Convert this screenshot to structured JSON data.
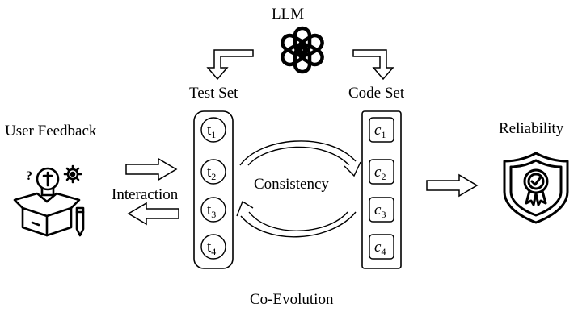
{
  "llm_label": "LLM",
  "test_set_label": "Test Set",
  "code_set_label": "Code Set",
  "user_feedback_label": "User Feedback",
  "interaction_label": "Interaction",
  "consistency_label": "Consistency",
  "reliability_label": "Reliability",
  "co_evolution_label": "Co-Evolution",
  "test_items": [
    {
      "base": "t",
      "sub": "1"
    },
    {
      "base": "t",
      "sub": "2"
    },
    {
      "base": "t",
      "sub": "3"
    },
    {
      "base": "t",
      "sub": "4"
    }
  ],
  "code_items": [
    {
      "base": "c",
      "sub": "1"
    },
    {
      "base": "c",
      "sub": "2"
    },
    {
      "base": "c",
      "sub": "3"
    },
    {
      "base": "c",
      "sub": "4"
    }
  ],
  "icons": {
    "llm": "openai-logo-icon",
    "user_feedback": "idea-box-icon",
    "reliability": "shield-badge-icon"
  }
}
